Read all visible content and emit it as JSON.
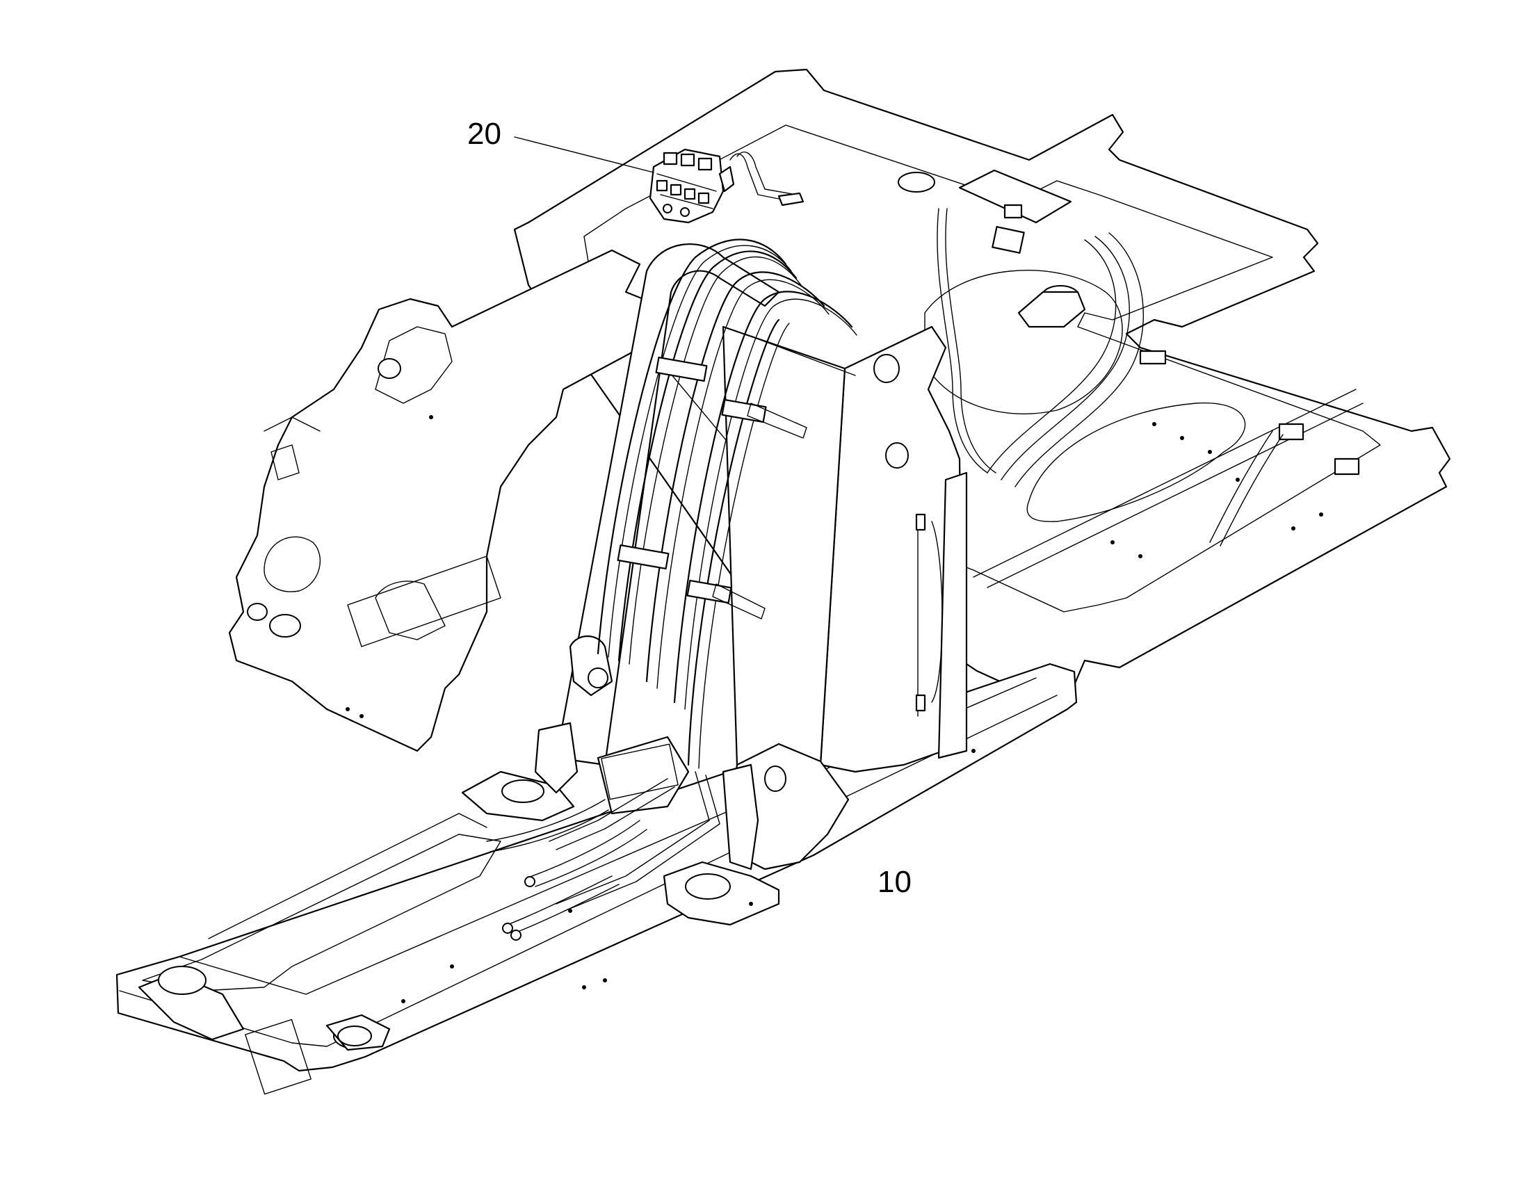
{
  "callouts": [
    {
      "id": "part-20",
      "label": "20"
    },
    {
      "id": "part-10",
      "label": "10"
    }
  ],
  "colors": {
    "line": "#000000",
    "background": "#ffffff"
  }
}
